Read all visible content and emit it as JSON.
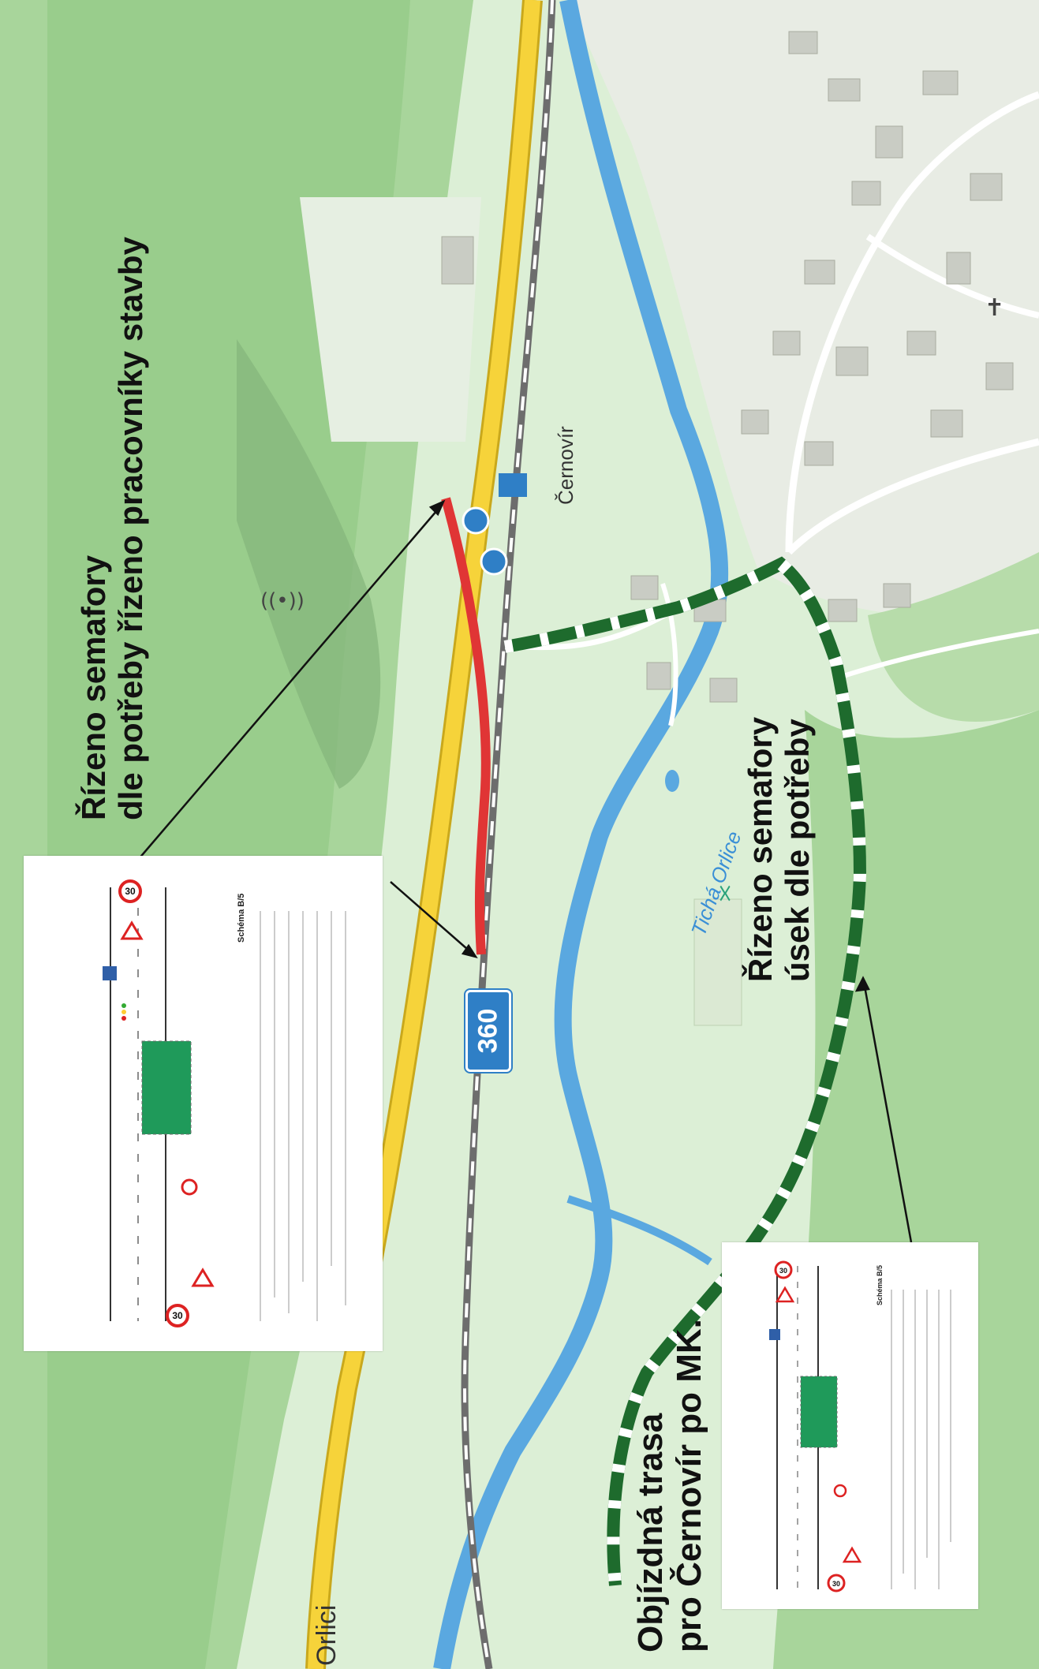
{
  "labels": {
    "semafory_top_line1": "Řízeno semafory",
    "semafory_top_line2": "dle potřeby řízeno pracovníky stavby",
    "semafory_mid_line1": "Řízeno semafory",
    "semafory_mid_line2": "úsek dle potřeby",
    "detour_line1": "Objízdná trasa",
    "detour_line2": "pro Černovír po MK."
  },
  "map": {
    "road_number": "360",
    "place_name": "Černovír",
    "river_name": "Tichá Orlice",
    "edge_fragment": "Orlici"
  },
  "insets": [
    {
      "title": "Schéma B/5",
      "speed_sign": "30"
    },
    {
      "title": "Schéma B/5",
      "speed_sign": "30"
    }
  ],
  "colors": {
    "forest": "#a6d49a",
    "meadow": "#d8ecd0",
    "road": "#f6d33a",
    "closure": "#e03535",
    "detour": "#1e6b2d",
    "river": "#5aa8e0",
    "rail": "#7a7a7a"
  }
}
